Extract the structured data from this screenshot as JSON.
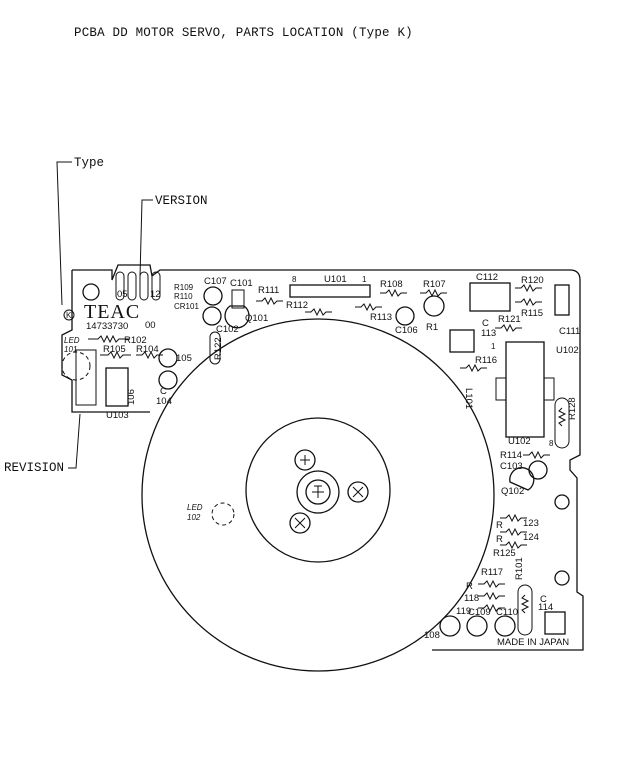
{
  "title": "PCBA DD MOTOR SERVO, PARTS LOCATION (Type K)",
  "callouts": {
    "type": "Type",
    "version": "VERSION",
    "revision": "REVISION"
  },
  "board": {
    "brand": "TEAC",
    "part_number": "14733730",
    "version_digits": "00",
    "revision_digits": "05",
    "version_marking": "12",
    "type_marking": "K",
    "made_in": "MADE IN JAPAN"
  },
  "components": {
    "u101": "U101",
    "u101_pin8": "8",
    "u101_pin1": "1",
    "u102": "U102",
    "u102_pin1": "1",
    "u102_pin8": "8",
    "u103": "U103",
    "q101": "Q101",
    "q102": "Q102",
    "c101": "C101",
    "c102": "C102",
    "c103": "C103",
    "c104": "104",
    "c105": "105",
    "c106": "C106",
    "c107": "C107",
    "c108": "108",
    "c109": "C109",
    "c110": "C110",
    "c111": "C111",
    "c112": "C112",
    "c113": "113",
    "c114": "114",
    "c_prefix": "C",
    "cr101": "CR101",
    "r1": "R1",
    "r102": "R102",
    "r104": "R104",
    "r105": "R105",
    "r106": "106",
    "r107": "R107",
    "r108": "R108",
    "r109": "R109",
    "r110": "R110",
    "r111": "R111",
    "r112": "R112",
    "r113": "R113",
    "r114": "R114",
    "r115": "R115",
    "r116": "R116",
    "r117": "R117",
    "r118": "118",
    "r119": "119",
    "r120": "R120",
    "r121": "R121",
    "r122": "R122",
    "r123": "123",
    "r124": "124",
    "r125": "R125",
    "r128": "R128",
    "r101": "R101",
    "r_prefix": "R",
    "l101": "L101",
    "led101_a": "LED",
    "led101_b": "101",
    "led102_a": "LED",
    "led102_b": "102"
  }
}
